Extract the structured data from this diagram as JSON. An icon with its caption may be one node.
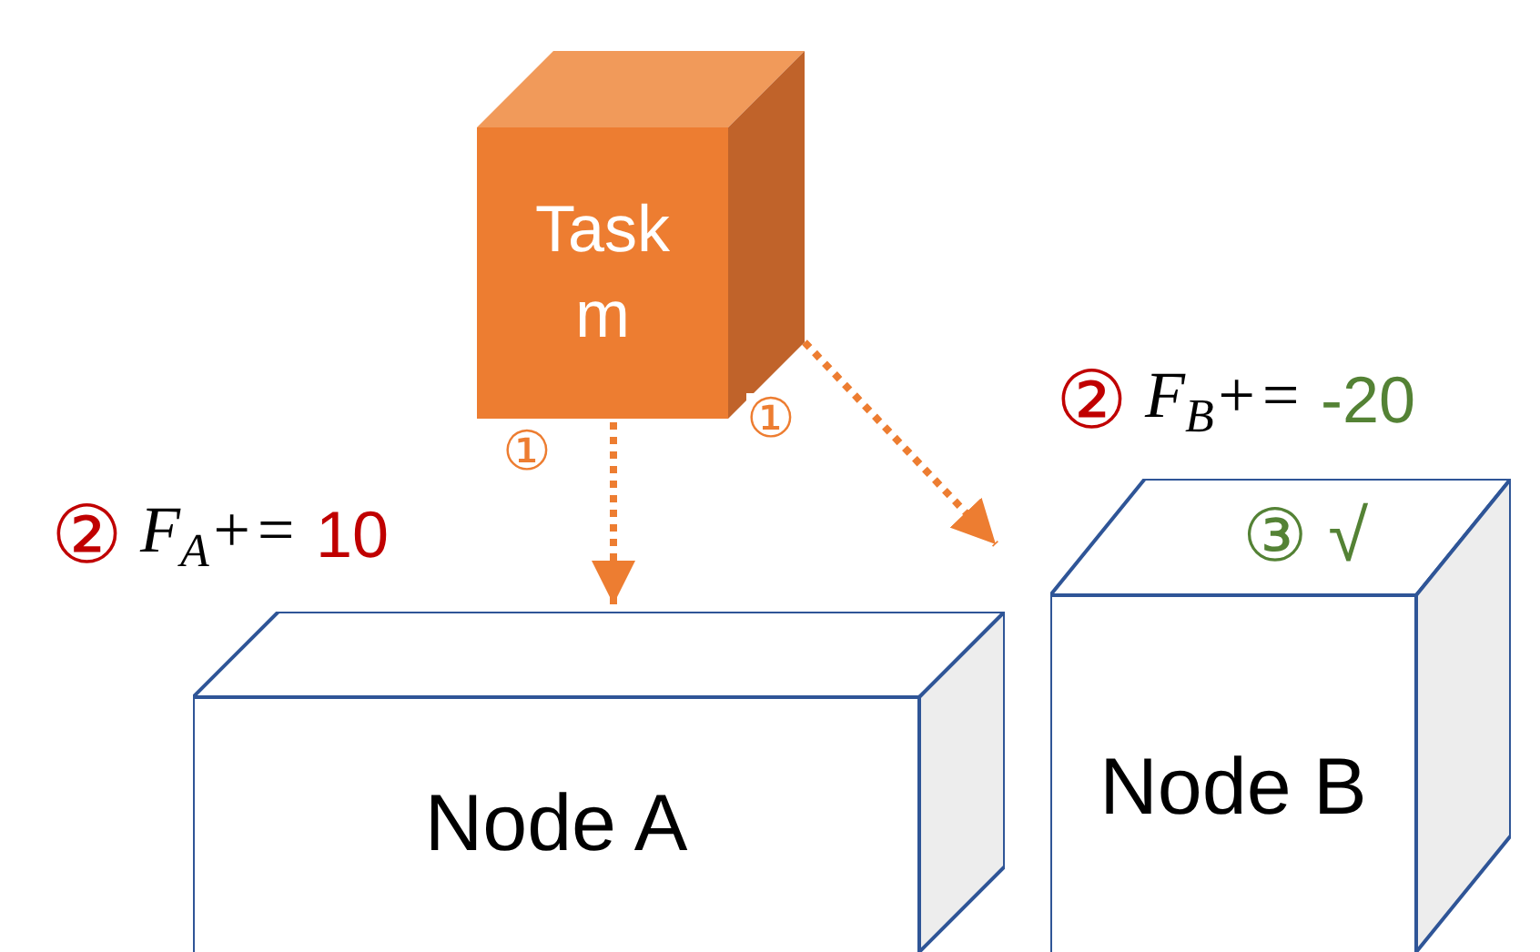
{
  "diagram": {
    "nodes": [
      {
        "text": [
          "Task m"
        ]
      },
      {
        "text": [
          "Node A"
        ],
        "beside": [
          "②",
          "F$_{A}$+=",
          "10"
        ]
      },
      {
        "text": [
          "③ √",
          "Node B"
        ],
        "beside": [
          "②",
          "F$_{B}$+=",
          "-20"
        ]
      }
    ],
    "edges": [
      {
        "from": 0,
        "to": 1,
        "arrow": "to",
        "label": "①",
        "style": "dashed"
      },
      {
        "from": 0,
        "to": 2,
        "arrow": "to",
        "label": "①",
        "style": "dashed"
      }
    ]
  }
}
